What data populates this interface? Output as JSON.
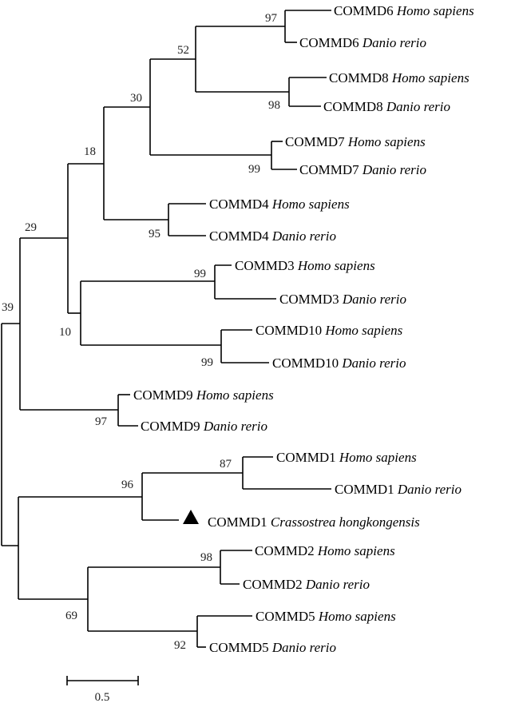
{
  "tree": {
    "leaves": [
      {
        "gene": "COMMD6",
        "species": "Homo sapiens"
      },
      {
        "gene": "COMMD6",
        "species": "Danio rerio"
      },
      {
        "gene": "COMMD8",
        "species": "Homo sapiens"
      },
      {
        "gene": "COMMD8",
        "species": "Danio rerio"
      },
      {
        "gene": "COMMD7",
        "species": "Homo sapiens"
      },
      {
        "gene": "COMMD7",
        "species": "Danio rerio"
      },
      {
        "gene": "COMMD4",
        "species": "Homo sapiens"
      },
      {
        "gene": "COMMD4",
        "species": "Danio rerio"
      },
      {
        "gene": "COMMD3",
        "species": "Homo sapiens"
      },
      {
        "gene": "COMMD3",
        "species": "Danio rerio"
      },
      {
        "gene": "COMMD10",
        "species": "Homo sapiens"
      },
      {
        "gene": "COMMD10",
        "species": "Danio rerio"
      },
      {
        "gene": "COMMD9",
        "species": "Homo sapiens"
      },
      {
        "gene": "COMMD9",
        "species": "Danio rerio"
      },
      {
        "gene": "COMMD1",
        "species": "Homo sapiens"
      },
      {
        "gene": "COMMD1",
        "species": "Danio rerio"
      },
      {
        "gene": "COMMD1",
        "species": "Crassostrea hongkongensis",
        "marker": "triangle"
      },
      {
        "gene": "COMMD2",
        "species": "Homo sapiens"
      },
      {
        "gene": "COMMD2",
        "species": "Danio rerio"
      },
      {
        "gene": "COMMD5",
        "species": "Homo sapiens"
      },
      {
        "gene": "COMMD5",
        "species": "Danio rerio"
      }
    ],
    "bootstrap": [
      "97",
      "52",
      "30",
      "98",
      "18",
      "99",
      "95",
      "29",
      "99",
      "10",
      "99",
      "39",
      "97",
      "87",
      "96",
      "98",
      "69",
      "92"
    ]
  },
  "scale_bar": {
    "label": "0.5"
  }
}
